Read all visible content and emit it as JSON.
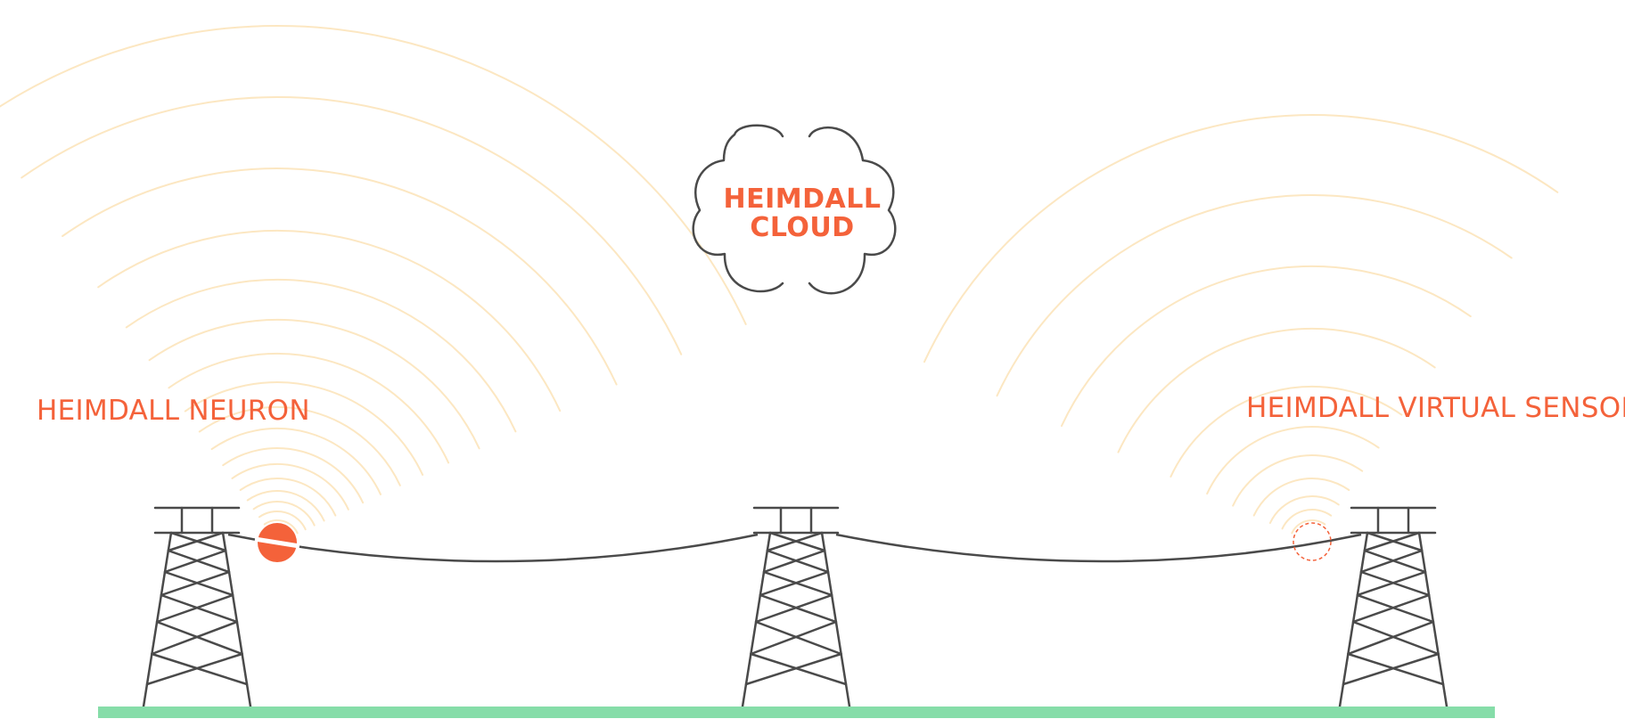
{
  "labels": {
    "neuron": "HEIMDALL NEURON",
    "virtual_sensor": "HEIMDALL VIRTUAL SENSOR",
    "cloud_line1": "HEIMDALL",
    "cloud_line2": "CLOUD"
  },
  "colors": {
    "accent": "#F4623A",
    "structure": "#4A4A4A",
    "ground": "#86DDA9",
    "waves": "#FCE7C2",
    "background": "#FFFFFF"
  },
  "icons": {
    "cloud": "cloud-icon",
    "tower": "transmission-tower-icon",
    "neuron": "neuron-sensor-icon",
    "virtual_sensor": "virtual-sensor-icon"
  }
}
